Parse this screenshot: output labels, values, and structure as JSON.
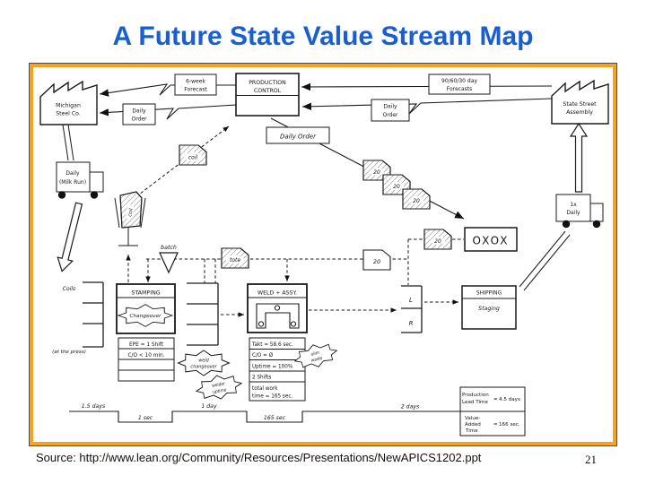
{
  "slide": {
    "title": "A Future State Value Stream Map",
    "source": "Source: http://www.lean.org/Community/Resources/Presentations/NewAPICS1202.ppt",
    "page_number": "21",
    "colors": {
      "title": "#1a5fd2",
      "frame": "#f7a11c"
    }
  },
  "suppliers": {
    "michigan": {
      "line1": "Michigan",
      "line2": "Steel Co."
    },
    "state_street": {
      "line1": "State Street",
      "line2": "Assembly"
    }
  },
  "production_control": {
    "line1": "PRODUCTION",
    "line2": "CONTROL"
  },
  "info_flows": {
    "six_week": {
      "line1": "6-week",
      "line2": "Forecast"
    },
    "daily_order_left": {
      "line1": "Daily",
      "line2": "Order"
    },
    "forecasts": {
      "line1": "90/60/30 day",
      "line2": "Forecasts"
    },
    "daily_order_right": {
      "line1": "Daily",
      "line2": "Order"
    },
    "daily_order_center": "Daily Order"
  },
  "transport": {
    "milk_run": {
      "line1": "Daily",
      "line2": "(Milk Run)"
    },
    "daily_truck": {
      "line1": "1x",
      "line2": "Daily"
    }
  },
  "kanban": {
    "coil": "coil",
    "tote": "tote",
    "batch": "batch",
    "qty20": "20",
    "heijunka": "OXOX"
  },
  "stamping": {
    "title": "STAMPING",
    "burst": "Changeover",
    "data": [
      "EPE = 1 Shift",
      "C/O < 10 min."
    ],
    "inventory_label": "Coils",
    "inventory_note": "(at the press)"
  },
  "weld": {
    "title": "WELD + ASSY.",
    "data": [
      "Takt = 58.6 sec.",
      "C/O = Ø",
      "Uptime = 100%",
      "2 Shifts",
      "total work",
      "time = 165 sec."
    ]
  },
  "bursts": {
    "weld_changeover": {
      "line1": "weld",
      "line2": "changeover"
    },
    "welder_uptime": {
      "line1": "welder",
      "line2": "uptime"
    },
    "elim_waste": {
      "line1": "elim",
      "line2": "waste"
    }
  },
  "shipping": {
    "title": "SHIPPING",
    "staging": "Staging",
    "lane_left": "L",
    "lane_right": "R"
  },
  "timeline": {
    "segments": [
      "1.5 days",
      "1 sec",
      "1 day",
      "165 sec",
      "2 days"
    ],
    "lead_time": {
      "label1": "Production",
      "label2": "Lead Time",
      "eq": "=",
      "value": "4.5 days"
    },
    "value_added": {
      "label1": "Value-",
      "label2": "Added",
      "label3": "Time",
      "eq": "=",
      "value": "166 sec."
    }
  }
}
